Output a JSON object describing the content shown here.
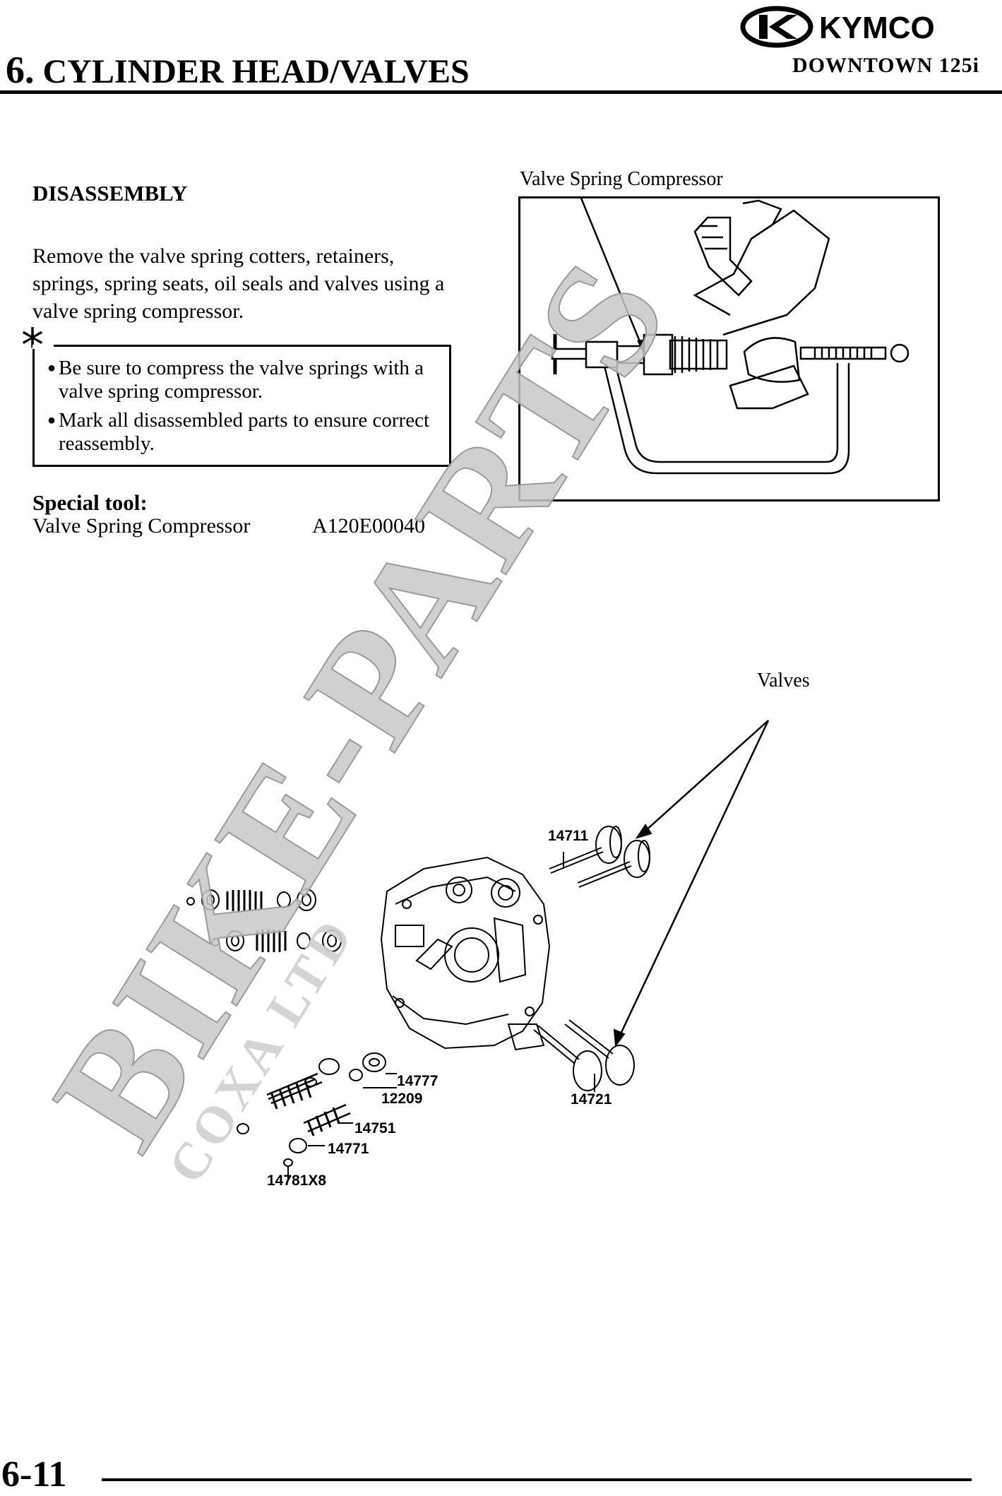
{
  "header": {
    "chapter_number": "6.",
    "chapter_title": "CYLINDER HEAD/VALVES",
    "brand": "KYMCO",
    "model": "DOWNTOWN 125i"
  },
  "section": {
    "heading": "DISASSEMBLY",
    "paragraph": "Remove the valve spring cotters, retainers, springs, spring seats, oil seals and valves using a valve spring compressor.",
    "note_marker": "*",
    "notes": [
      "Be sure to compress the valve springs with a valve spring compressor.",
      "Mark all disassembled parts to ensure correct reassembly."
    ],
    "special_tool_label": "Special tool:",
    "special_tool_name": "Valve Spring Compressor",
    "special_tool_code": "A120E00040"
  },
  "figure1": {
    "caption": "Valve Spring Compressor"
  },
  "figure2": {
    "caption": "Valves",
    "part_labels": [
      "14711",
      "14721",
      "14777",
      "12209",
      "14751",
      "14771",
      "14781X8"
    ]
  },
  "watermark": {
    "main": "BIKE-PARTS",
    "sub": "COXA LTD"
  },
  "footer": {
    "page_number": "6-11"
  }
}
